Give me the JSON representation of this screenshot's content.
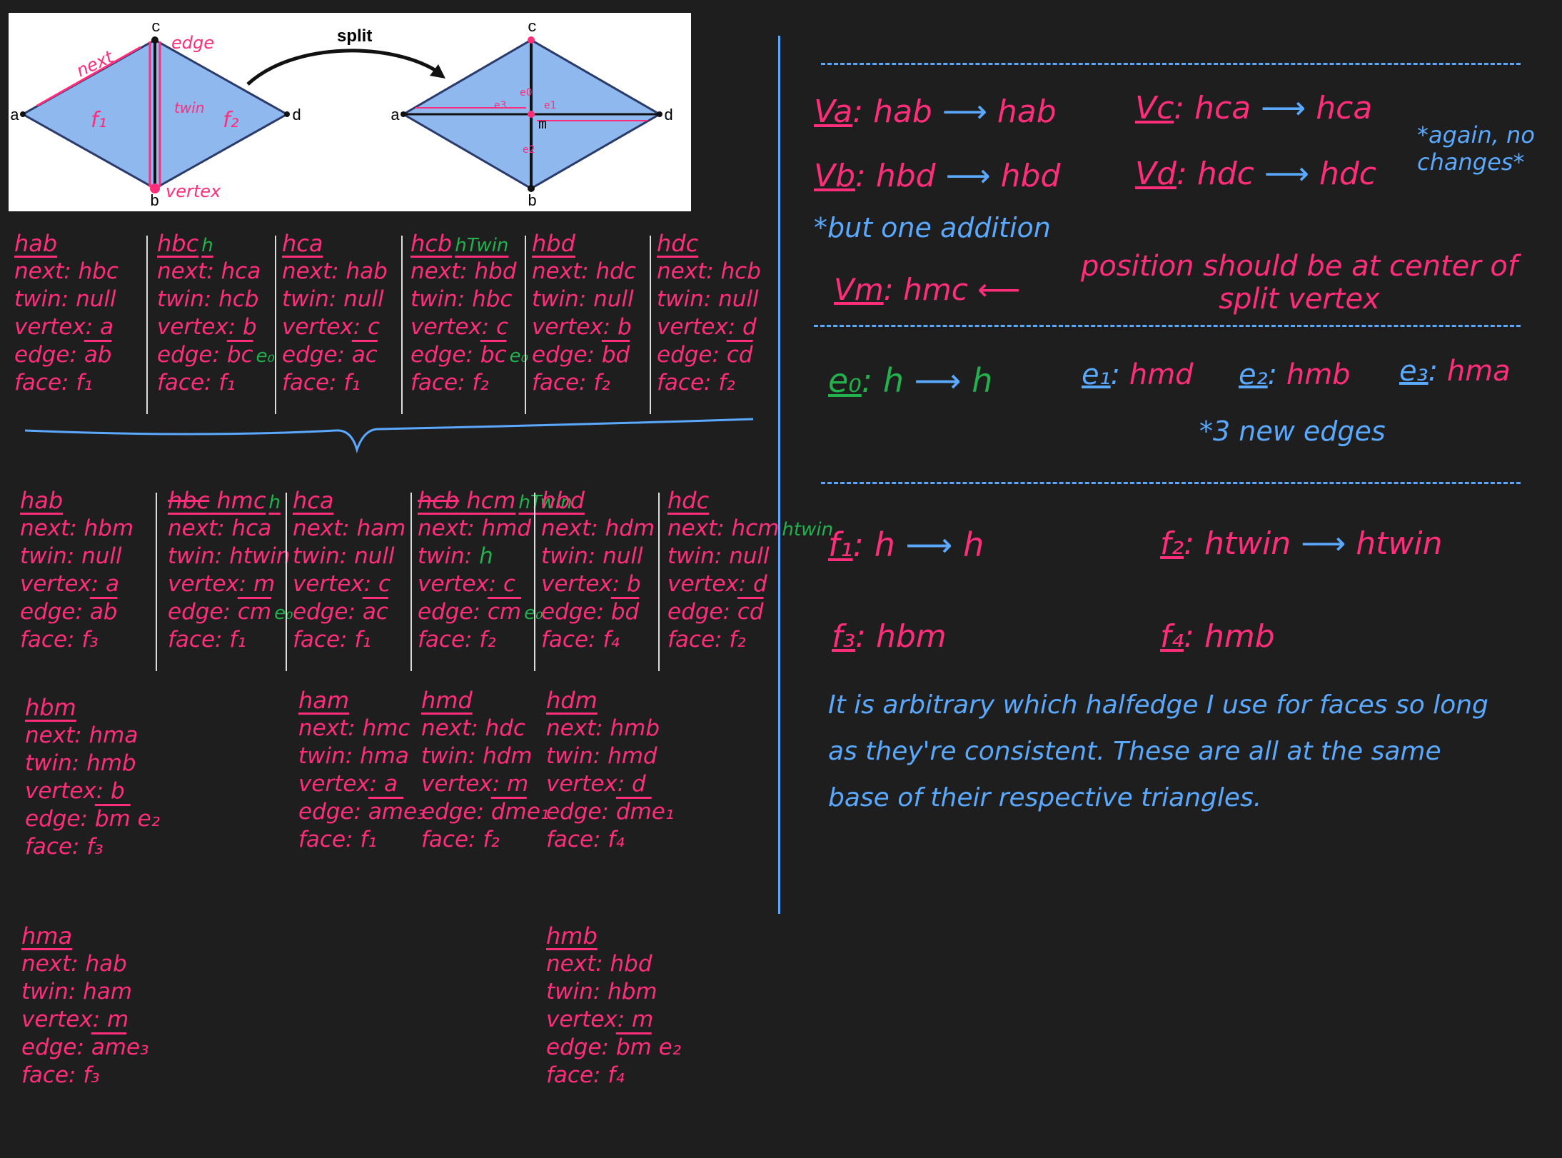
{
  "figure": {
    "split_label": "split",
    "left": {
      "c": "c",
      "a": "a",
      "b": "b",
      "d": "d",
      "f1": "f₁",
      "f2": "f₂",
      "next": "next",
      "edge": "edge",
      "twin": "twin",
      "vertex": "vertex"
    },
    "right": {
      "c": "c",
      "a": "a",
      "b": "b",
      "d": "d",
      "m": "m",
      "e0": "e0",
      "e1": "e1",
      "e2": "e2",
      "e3": "e3"
    }
  },
  "top_cards": [
    {
      "title": "hab",
      "next": "hbc",
      "twin": "null",
      "vertex": "a",
      "edge": "ab",
      "face": "f₁"
    },
    {
      "title": "hbc",
      "next": "hca",
      "twin": "hcb",
      "vertex": "b",
      "edge": "bc",
      "face": "f₁",
      "note": "h",
      "edge_note": "e₀"
    },
    {
      "title": "hca",
      "next": "hab",
      "twin": "null",
      "vertex": "c",
      "edge": "ac",
      "face": "f₁"
    },
    {
      "title": "hcb",
      "next": "hbd",
      "twin": "hbc",
      "vertex": "c",
      "edge": "bc",
      "face": "f₂",
      "note": "hTwin",
      "edge_note": "e₀"
    },
    {
      "title": "hbd",
      "next": "hdc",
      "twin": "null",
      "vertex": "b",
      "edge": "bd",
      "face": "f₂"
    },
    {
      "title": "hdc",
      "next": "hcb",
      "twin": "null",
      "vertex": "d",
      "edge": "cd",
      "face": "f₂"
    }
  ],
  "mid_cards": [
    {
      "title": "hab",
      "next": "hbm",
      "twin": "null",
      "vertex": "a",
      "edge": "ab",
      "face": "f₃"
    },
    {
      "title": "hbc",
      "title_new": "hmc",
      "next": "hca",
      "twin": "htwin",
      "vertex": "m",
      "edge": "cm",
      "face": "f₁",
      "note": "h",
      "edge_note": "e₀"
    },
    {
      "title": "hca",
      "next": "ham",
      "twin": "null",
      "vertex": "c",
      "edge": "ac",
      "face": "f₁"
    },
    {
      "title": "hcb",
      "title_new": "hcm",
      "next": "hmd",
      "twin": "h",
      "vertex": "c",
      "edge": "cm",
      "face": "f₂",
      "note": "hTwin",
      "edge_note": "e₀"
    },
    {
      "title": "hbd",
      "next": "hdm",
      "twin": "null",
      "vertex": "b",
      "edge": "bd",
      "face": "f₄"
    },
    {
      "title": "hdc",
      "next": "hcm",
      "next_note": "htwin",
      "twin": "null",
      "vertex": "d",
      "edge": "cd",
      "face": "f₂"
    }
  ],
  "new_cards": [
    {
      "title": "hbm",
      "next": "hma",
      "twin": "hmb",
      "vertex": "b",
      "edge": "bm",
      "edge_note": "e₂",
      "face": "f₃"
    },
    {
      "title": "ham",
      "next": "hmc",
      "twin": "hma",
      "vertex": "a",
      "edge": "am",
      "edge_note": "e₃",
      "face": "f₁"
    },
    {
      "title": "hmd",
      "next": "hdc",
      "twin": "hdm",
      "vertex": "m",
      "edge": "dm",
      "edge_note": "e₁",
      "face": "f₂"
    },
    {
      "title": "hdm",
      "next": "hmb",
      "twin": "hmd",
      "vertex": "d",
      "edge": "dm",
      "edge_note": "e₁",
      "face": "f₄"
    },
    {
      "title": "hma",
      "next": "hab",
      "twin": "ham",
      "vertex": "m",
      "edge": "am",
      "edge_note": "e₃",
      "face": "f₃"
    },
    {
      "title": "hmb",
      "next": "hbd",
      "twin": "hbm",
      "vertex": "m",
      "edge": "bm",
      "edge_note": "e₂",
      "face": "f₄"
    }
  ],
  "right_panel": {
    "va": {
      "label": "Va",
      "from": "hab",
      "to": "hab"
    },
    "vb": {
      "label": "Vb",
      "from": "hbd",
      "to": "hbd"
    },
    "vc": {
      "label": "Vc",
      "from": "hca",
      "to": "hca"
    },
    "vd": {
      "label": "Vd",
      "from": "hdc",
      "to": "hdc"
    },
    "again_note": "*again, no changes*",
    "but_note": "*but one addition",
    "vm": {
      "label": "Vm",
      "value": "hmc",
      "note": "position should be at center of split vertex"
    },
    "e0": {
      "label": "e₀",
      "from": "h",
      "to": "h"
    },
    "e1": {
      "label": "e₁",
      "value": "hmd"
    },
    "e2": {
      "label": "e₂",
      "value": "hmb"
    },
    "e3": {
      "label": "e₃",
      "value": "hma"
    },
    "new_edges": "*3 new edges",
    "f1": {
      "label": "f₁",
      "from": "h",
      "to": "h"
    },
    "f2": {
      "label": "f₂",
      "from": "htwin",
      "to": "htwin"
    },
    "f3": {
      "label": "f₃",
      "value": "hbm"
    },
    "f4": {
      "label": "f₄",
      "value": "hmb"
    },
    "paragraph_1": "It is arbitrary which halfedge I use for faces so long",
    "paragraph_2": "as they're consistent. These are all at the same",
    "paragraph_3": "base of their respective triangles."
  },
  "colors": {
    "background": "#1e1e1e",
    "pink": "#ff2d7a",
    "blue": "#5aa9ff",
    "green": "#22b14c",
    "mesh_fill": "#8fb8ef"
  }
}
